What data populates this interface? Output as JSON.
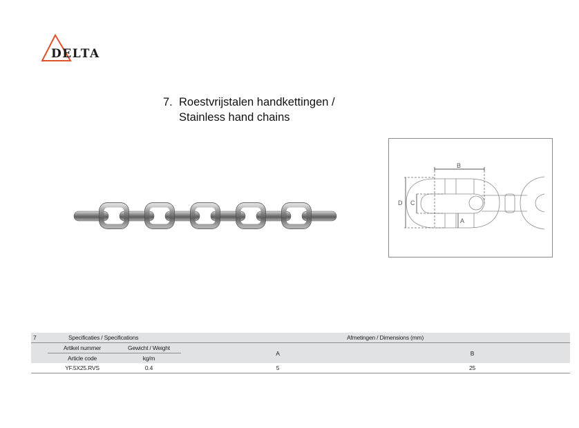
{
  "logo": {
    "text": "DELTA",
    "accent_color": "#e0502a"
  },
  "heading": {
    "number": "7.",
    "line1": "Roestvrijstalen handkettingen /",
    "line2": "Stainless hand chains"
  },
  "diagram": {
    "labels": {
      "A": "A",
      "B": "B",
      "C": "C",
      "D": "D"
    }
  },
  "table": {
    "section_number": "7",
    "specs_header": "Specificaties / Specifications",
    "dimensions_header": "Afmetingen / Dimensions (mm)",
    "col_article_nl": "Artikel nummer",
    "col_article_en": "Article code",
    "col_weight_label": "Gewicht / Weight",
    "col_weight_unit": "kg/m",
    "col_a": "A",
    "col_b": "B",
    "rows": [
      {
        "article_code": "YF.5X25.RVS",
        "weight": "0.4",
        "a": "5",
        "b": "25"
      }
    ]
  }
}
